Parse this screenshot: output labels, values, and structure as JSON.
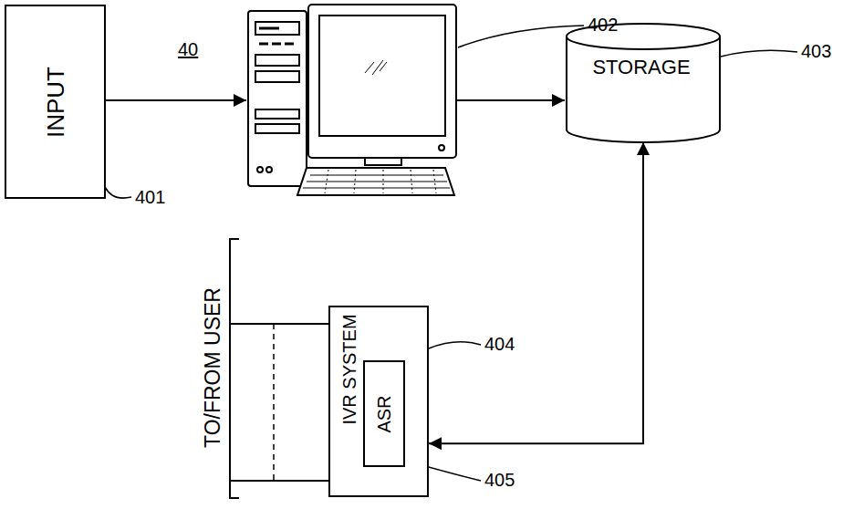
{
  "diagram": {
    "nodes": [
      {
        "text": [
          "INPUT"
        ]
      },
      {
        "text": [
          "STORAGE"
        ]
      },
      {
        "text": [
          "IVR SYSTEM"
        ]
      },
      {
        "text": [
          "ASR"
        ],
        "in": 2
      }
    ],
    "edges": [
      {
        "from": 1,
        "to": 2,
        "arrow": "both"
      }
    ],
    "labels": [
      "40",
      "401",
      "402",
      "403",
      "404",
      "405",
      "TO/FROM USER"
    ]
  }
}
